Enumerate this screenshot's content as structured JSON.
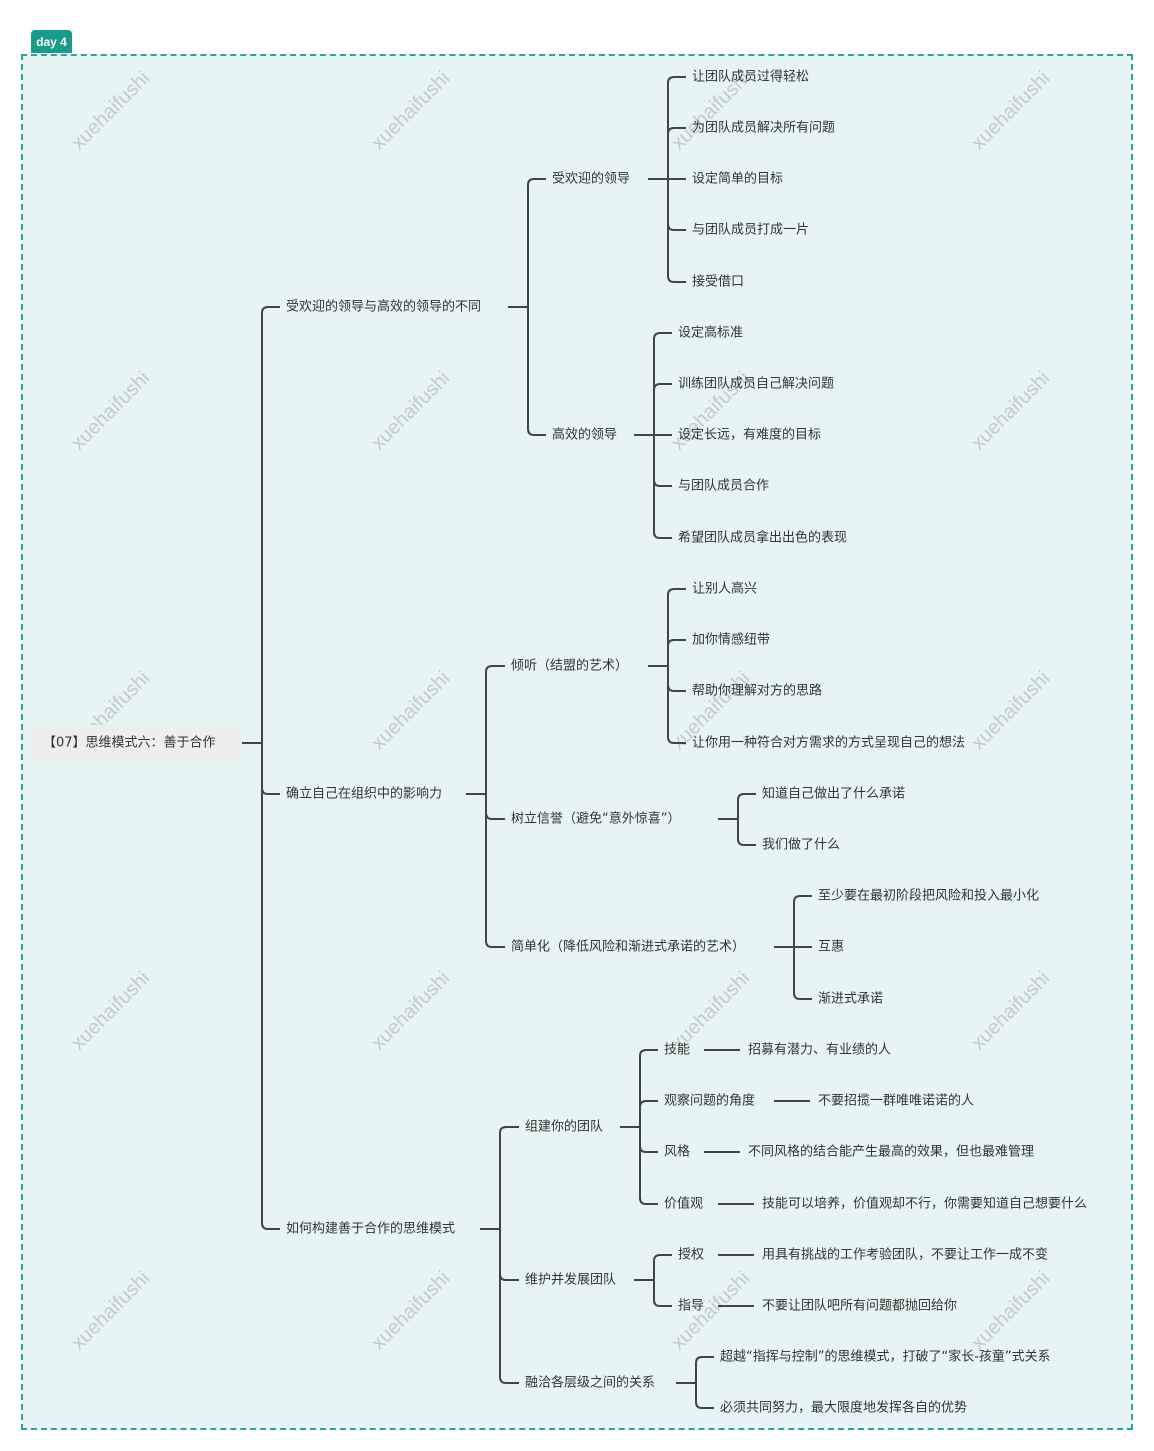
{
  "badge": "day 4",
  "watermark": "xuehaifushi",
  "root": {
    "label": "【07】思维模式六：善于合作",
    "children": [
      {
        "label": "受欢迎的领导与高效的领导的不同",
        "children": [
          {
            "label": "受欢迎的领导",
            "children": [
              {
                "label": "让团队成员过得轻松"
              },
              {
                "label": "为团队成员解决所有问题"
              },
              {
                "label": "设定简单的目标"
              },
              {
                "label": "与团队成员打成一片"
              },
              {
                "label": "接受借口"
              }
            ]
          },
          {
            "label": "高效的领导",
            "children": [
              {
                "label": "设定高标准"
              },
              {
                "label": "训练团队成员自己解决问题"
              },
              {
                "label": "设定长远，有难度的目标"
              },
              {
                "label": "与团队成员合作"
              },
              {
                "label": "希望团队成员拿出出色的表现"
              }
            ]
          }
        ]
      },
      {
        "label": "确立自己在组织中的影响力",
        "children": [
          {
            "label": "倾听（结盟的艺术）",
            "children": [
              {
                "label": "让别人高兴"
              },
              {
                "label": "加你情感纽带"
              },
              {
                "label": "帮助你理解对方的思路"
              },
              {
                "label": "让你用一种符合对方需求的方式呈现自己的想法"
              }
            ]
          },
          {
            "label": "树立信誉（避免“意外惊喜”）",
            "children": [
              {
                "label": "知道自己做出了什么承诺"
              },
              {
                "label": "我们做了什么"
              }
            ]
          },
          {
            "label": "简单化（降低风险和渐进式承诺的艺术）",
            "children": [
              {
                "label": "至少要在最初阶段把风险和投入最小化"
              },
              {
                "label": "互惠"
              },
              {
                "label": "渐进式承诺"
              }
            ]
          }
        ]
      },
      {
        "label": "如何构建善于合作的思维模式",
        "children": [
          {
            "label": "组建你的团队",
            "children": [
              {
                "label": "技能",
                "children": [
                  {
                    "label": "招募有潜力、有业绩的人"
                  }
                ]
              },
              {
                "label": "观察问题的角度",
                "children": [
                  {
                    "label": "不要招揽一群唯唯诺诺的人"
                  }
                ]
              },
              {
                "label": "风格",
                "children": [
                  {
                    "label": "不同风格的结合能产生最高的效果，但也最难管理"
                  }
                ]
              },
              {
                "label": "价值观",
                "children": [
                  {
                    "label": "技能可以培养，价值观却不行，你需要知道自己想要什么"
                  }
                ]
              }
            ]
          },
          {
            "label": "维护并发展团队",
            "children": [
              {
                "label": "授权",
                "children": [
                  {
                    "label": "用具有挑战的工作考验团队，不要让工作一成不变"
                  }
                ]
              },
              {
                "label": "指导",
                "children": [
                  {
                    "label": "不要让团队吧所有问题都抛回给你"
                  }
                ]
              }
            ]
          },
          {
            "label": "融洽各层级之间的关系",
            "children": [
              {
                "label": "超越“指挥与控制”的思维模式，打破了“家长-孩童”式关系"
              },
              {
                "label": "必须共同努力，最大限度地发挥各自的优势"
              }
            ]
          }
        ]
      }
    ]
  }
}
